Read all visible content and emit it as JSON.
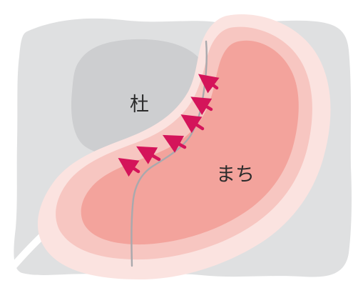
{
  "labels": {
    "forest": "杜",
    "town": "まち"
  },
  "colors": {
    "background": "#ffffff",
    "land_gray": "#dfe0e1",
    "forest_gray": "#cdced0",
    "town_outer": "#fbe3e0",
    "town_mid": "#f7c6c1",
    "town_core": "#f3a39c",
    "boundary_line": "#a9a9ad",
    "arrow": "#d4145a"
  },
  "arrows": {
    "count": 6,
    "direction": "toward-forest"
  }
}
